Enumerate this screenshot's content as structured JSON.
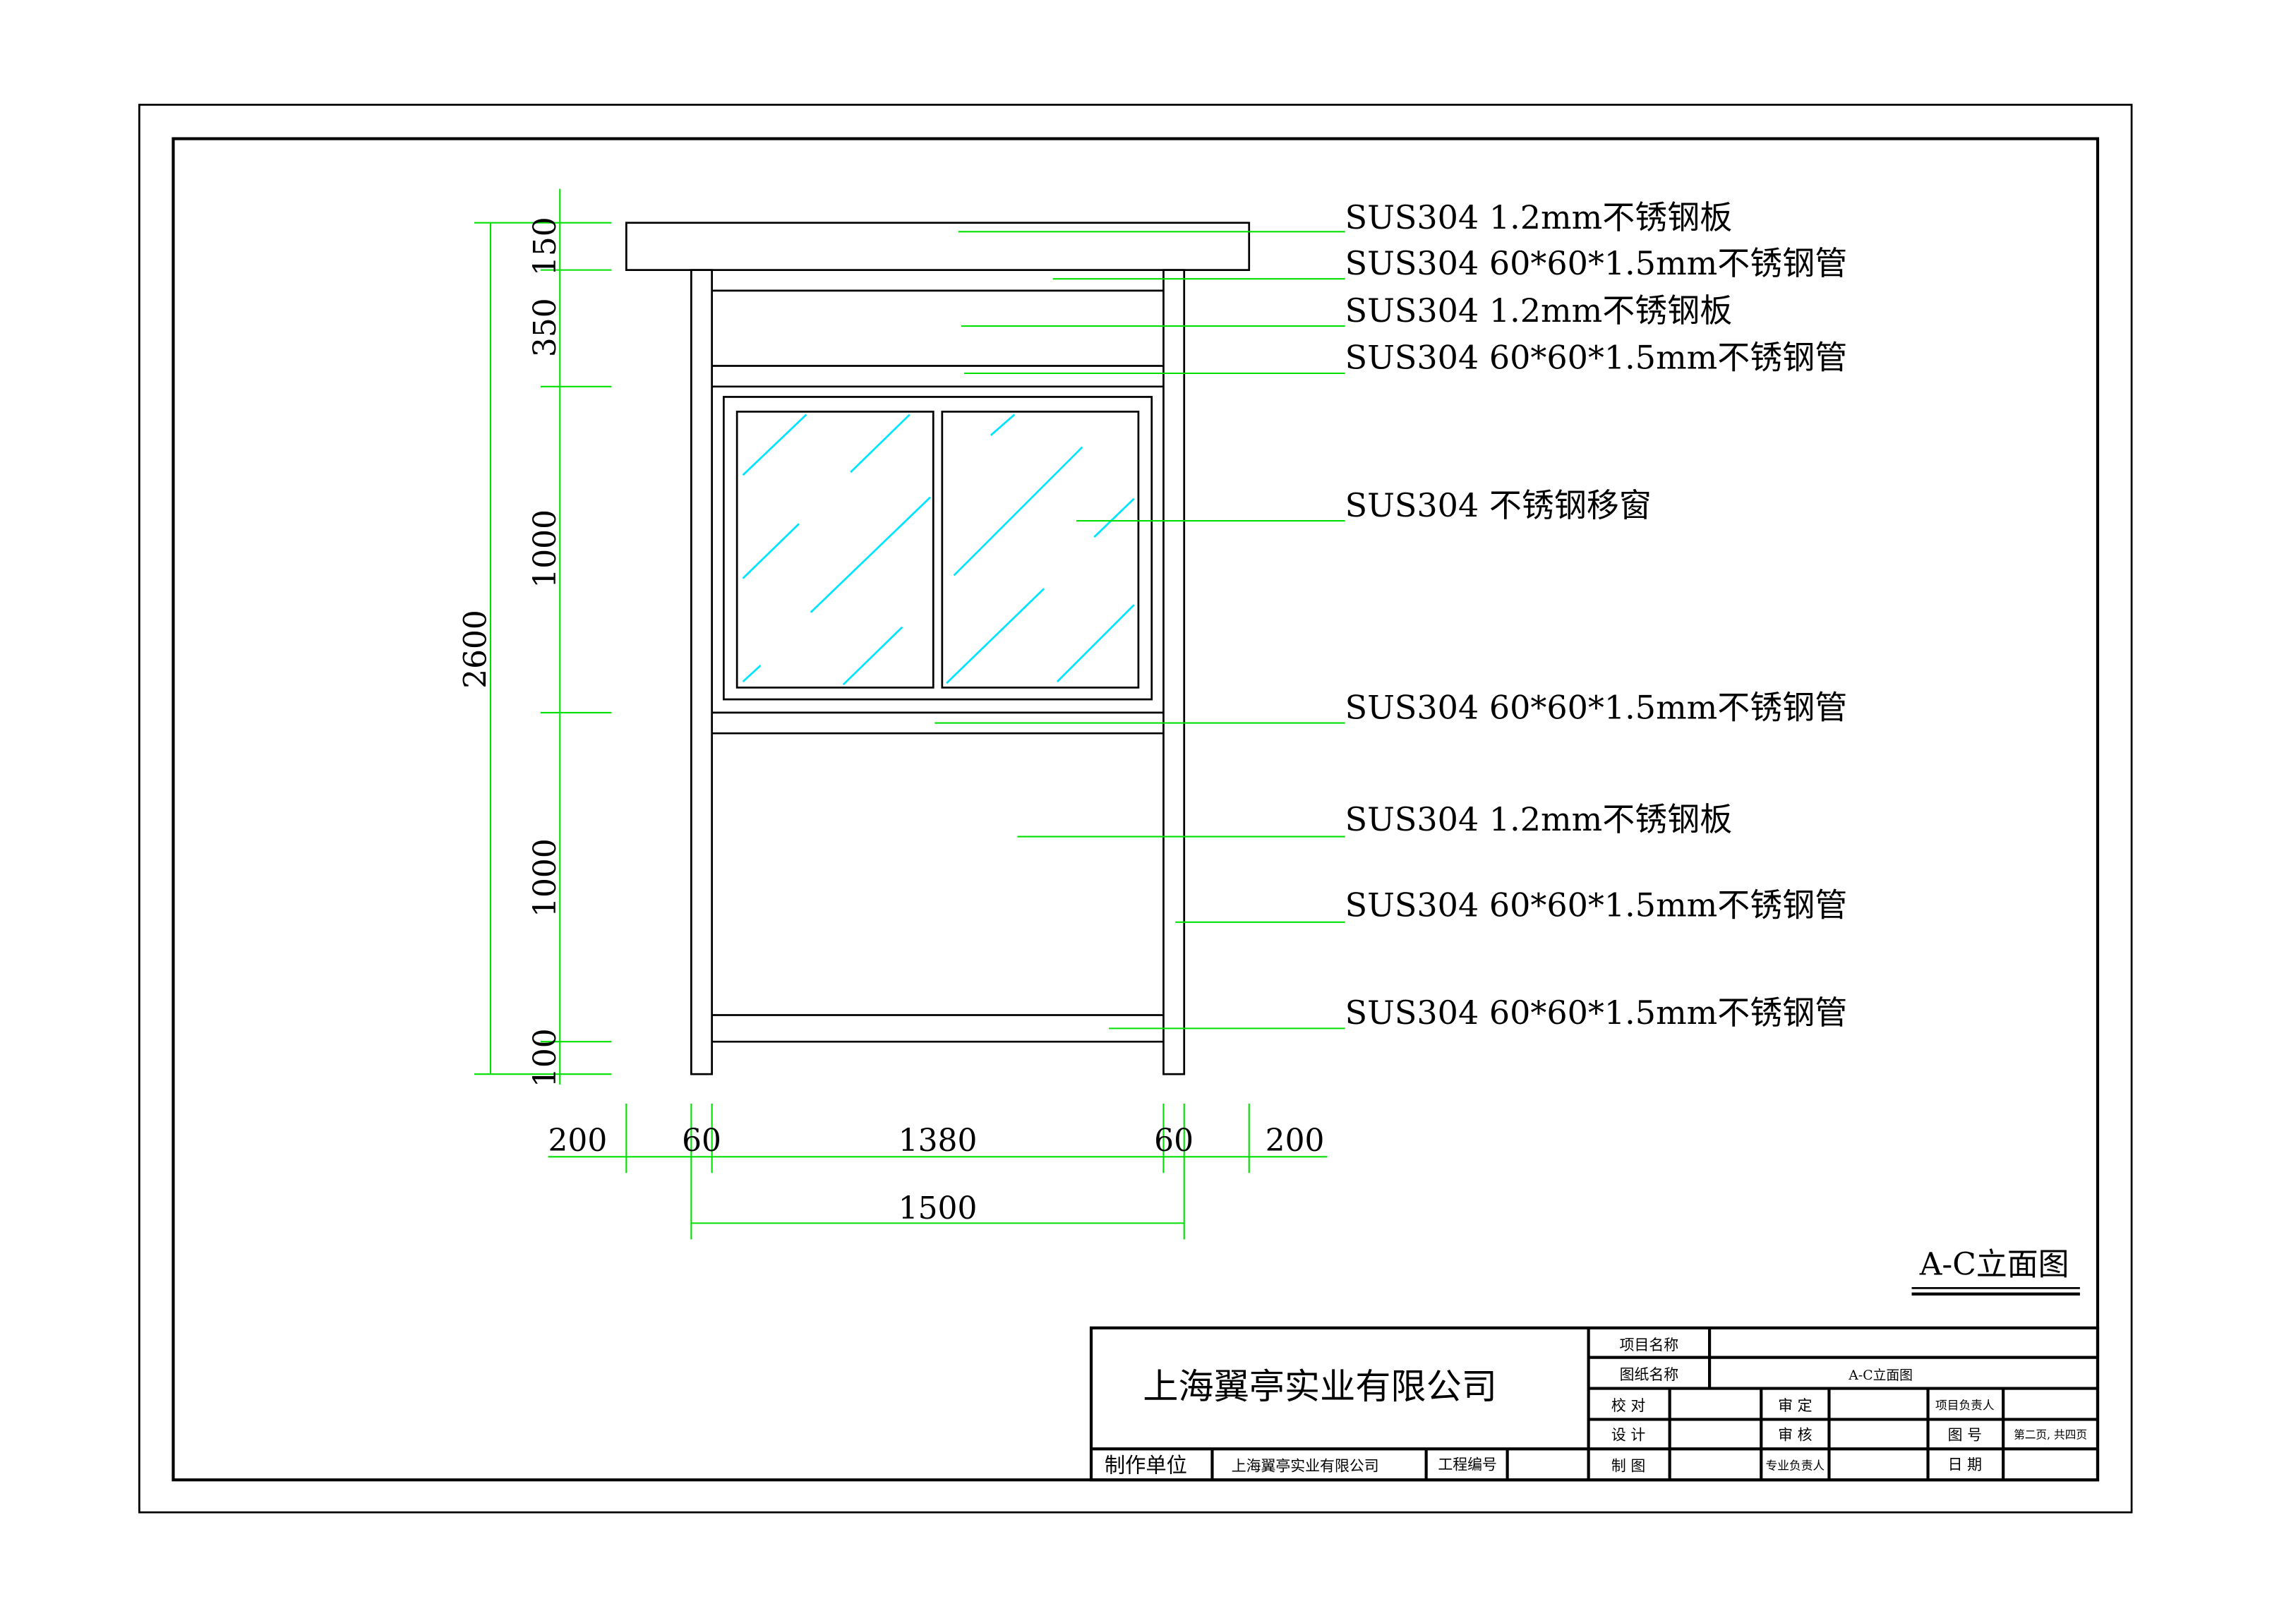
{
  "drawing_title": "A-C立面图",
  "annotations": [
    "SUS304 1.2mm不锈钢板",
    "SUS304 60*60*1.5mm不锈钢管",
    "SUS304 1.2mm不锈钢板",
    "SUS304 60*60*1.5mm不锈钢管",
    "SUS304 不锈钢移窗",
    "SUS304 60*60*1.5mm不锈钢管",
    "SUS304 1.2mm不锈钢板",
    "SUS304 60*60*1.5mm不锈钢管",
    "SUS304 60*60*1.5mm不锈钢管"
  ],
  "dimensions": {
    "vertical_total": "2600",
    "vertical_chain": [
      "150",
      "350",
      "1000",
      "1000",
      "100"
    ],
    "horizontal_chain": [
      "200",
      "60",
      "1380",
      "60",
      "200"
    ],
    "horizontal_total": "1500"
  },
  "title_block": {
    "company": "上海翼亭实业有限公司",
    "project_name_label": "项目名称",
    "project_name_value": "",
    "drawing_name_label": "图纸名称",
    "drawing_name_value": "A-C立面图",
    "proofread": "校 对",
    "approve": "审 定",
    "project_lead": "项目负责人",
    "design": "设 计",
    "review": "审 核",
    "drawing_no_label": "图 号",
    "drawing_no_value": "第二页, 共四页",
    "drafting": "制 图",
    "discipline_lead": "专业负责人",
    "date_label": "日 期",
    "maker_label": "制作单位",
    "maker_value": "上海翼亭实业有限公司",
    "project_no_label": "工程编号"
  }
}
